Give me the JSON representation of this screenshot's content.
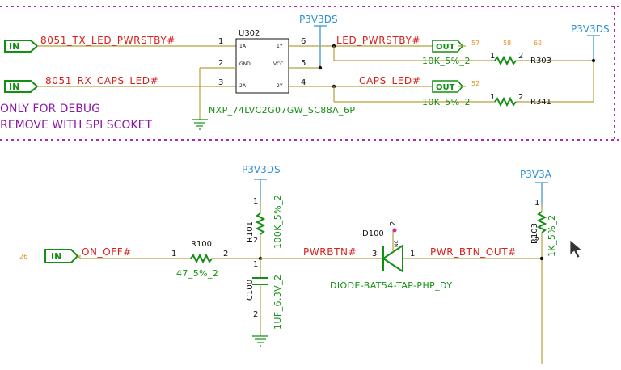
{
  "viewer": {
    "cursor_icon": "mouse-pointer-icon"
  },
  "top_section": {
    "chip": {
      "ref": "U302",
      "part": "NXP_74LVC2G07GW_SC88A_6P",
      "pins": {
        "p1": "1",
        "p2": "2",
        "p3": "3",
        "p4": "4",
        "p5": "5",
        "p6": "6",
        "a1": "1A",
        "gnd": "GND",
        "a2": "2A",
        "y1": "1Y",
        "vcc": "VCC",
        "y2": "2Y"
      }
    },
    "supplies": {
      "chip_vcc": "P3V3DS",
      "pullup_rail": "P3V3DS"
    },
    "inputs": [
      {
        "port": "IN",
        "net": "8051_TX_LED_PWRSTBY#"
      },
      {
        "port": "IN",
        "net": "8051_RX_CAPS_LED#"
      }
    ],
    "outputs": [
      {
        "net": "LED_PWRSTBY#",
        "port": "OUT",
        "pages": [
          "57",
          "58",
          "62"
        ]
      },
      {
        "net": "CAPS_LED#",
        "port": "OUT",
        "pages": [
          "52"
        ]
      }
    ],
    "resistors": [
      {
        "ref": "R303",
        "value": "10K_5%_2",
        "pin1": "1",
        "pin2": "2"
      },
      {
        "ref": "R341",
        "value": "10K_5%_2",
        "pin1": "1",
        "pin2": "2"
      }
    ],
    "note": [
      "ONLY FOR DEBUG",
      "REMOVE WITH SPI SCOKET"
    ]
  },
  "bottom_section": {
    "input": {
      "port": "IN",
      "net": "ON_OFF#",
      "page": "26"
    },
    "r100": {
      "ref": "R100",
      "value": "47_5%_2",
      "pin1": "1",
      "pin2": "2"
    },
    "r101": {
      "ref": "R101",
      "value": "100K_5%_2",
      "supply": "P3V3DS",
      "pin1": "1",
      "pin2": "2"
    },
    "c100": {
      "ref": "C100",
      "value": "1UF_6.3V_2",
      "pin1": "1",
      "pin2": "2"
    },
    "diode": {
      "ref": "D100",
      "part": "DIODE-BAT54-TAP-PHP_DY",
      "pin_a": "3",
      "pin_k": "1",
      "pin_nc": "2",
      "nc_label": "NC",
      "in_net": "PWRBTN#",
      "out_net": "PWR_BTN_OUT#"
    },
    "r103": {
      "ref": "R103",
      "value": "1K_5%_2",
      "supply": "P3V3A",
      "pin1": "1",
      "pin2": "2"
    }
  }
}
